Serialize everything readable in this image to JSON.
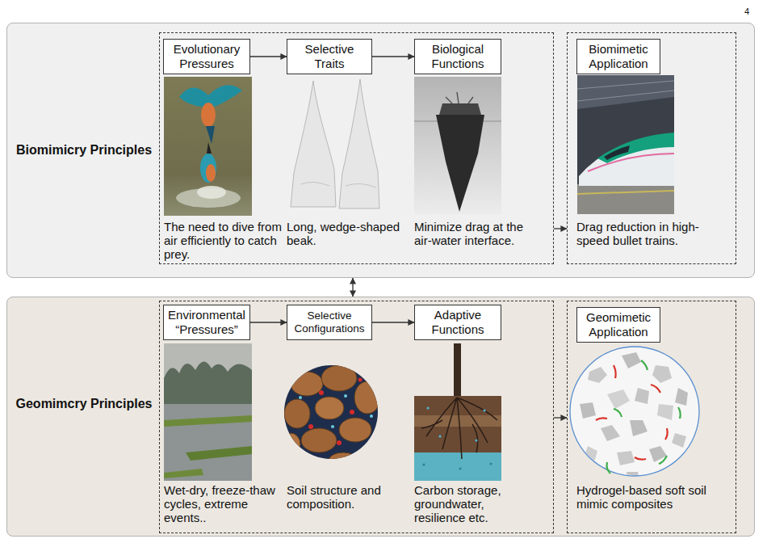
{
  "diagram": {
    "nodes": [
      {
        "text": [
          "Biomimicry Principles"
        ]
      },
      {
        "text": [
          "The need to dive from air efficiently to catch prey.",
          "Long, wedge-shaped beak.",
          "Minimize drag at the air-water interface."
        ],
        "in": 0
      },
      {
        "text": [
          "Evolutionary Pressures"
        ],
        "in": 1
      },
      {
        "text": [
          "Selective Traits"
        ],
        "in": 1
      },
      {
        "text": [
          "Biological Functions"
        ],
        "in": 1
      },
      {
        "text": [
          "Drag reduction in high-speed bullet trains."
        ],
        "in": 0
      },
      {
        "text": [
          "Biomimetic Application"
        ],
        "in": 5
      },
      {
        "text": [
          "Geomimcry Principles"
        ]
      },
      {
        "text": [
          "Wet-dry, freeze-thaw cycles, extreme events..",
          "Soil structure and composition.",
          "Carbon storage, groundwater, resilience etc."
        ],
        "in": 7
      },
      {
        "text": [
          "Environmental “Pressures”"
        ],
        "in": 8
      },
      {
        "text": [
          "Selective Configurations"
        ],
        "in": 8
      },
      {
        "text": [
          "Adaptive Functions"
        ],
        "in": 8
      },
      {
        "text": [
          "Hydrogel-based soft soil mimic composites"
        ],
        "in": 7
      },
      {
        "text": [
          "Geomimetic Application"
        ],
        "in": 12
      }
    ],
    "edges": [
      {
        "from": 2,
        "to": 3,
        "arrow": "to"
      },
      {
        "from": 3,
        "to": 4,
        "arrow": "to"
      },
      {
        "from": 1,
        "to": 5,
        "arrow": "to"
      },
      {
        "from": 0,
        "to": 7,
        "arrow": "both"
      },
      {
        "from": 9,
        "to": 10,
        "arrow": "to"
      },
      {
        "from": 10,
        "to": 11,
        "arrow": "to"
      },
      {
        "from": 8,
        "to": 12,
        "arrow": "to"
      }
    ],
    "labels": [
      "4"
    ]
  }
}
